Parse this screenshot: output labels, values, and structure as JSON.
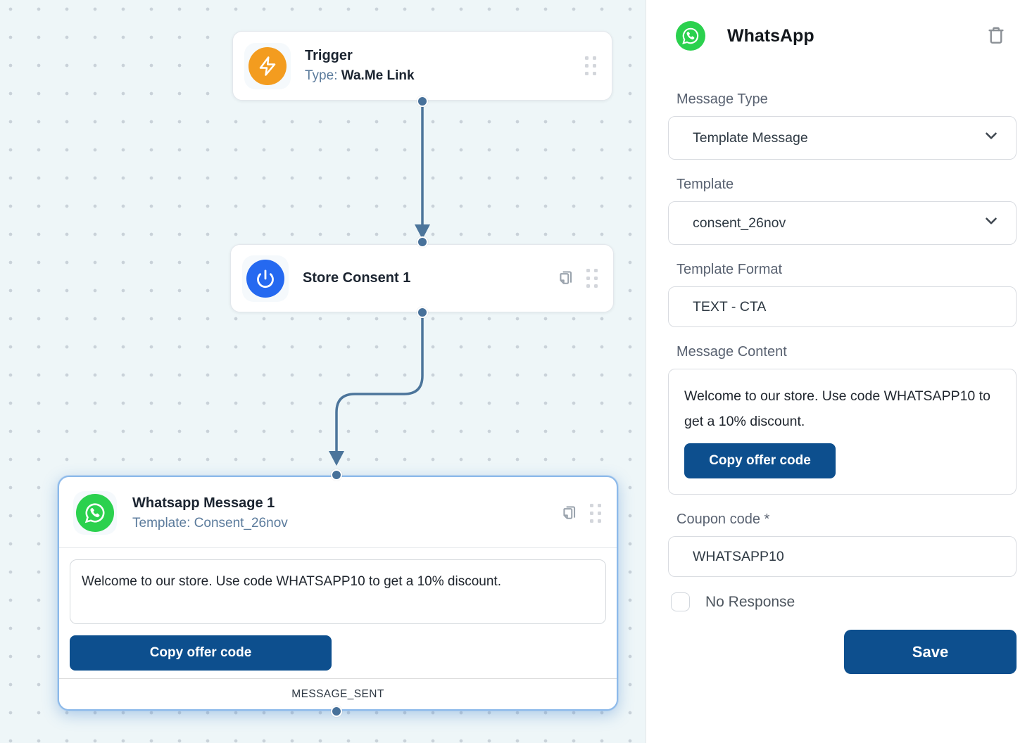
{
  "canvas": {
    "trigger": {
      "title": "Trigger",
      "subtitle_label": "Type:",
      "subtitle_value": "Wa.Me Link"
    },
    "store_consent": {
      "title": "Store Consent 1"
    },
    "whatsapp": {
      "title": "Whatsapp Message 1",
      "subtitle_label": "Template:",
      "subtitle_value": "Consent_26nov",
      "message_text": "Welcome to our store. Use code WHATSAPP10 to get a 10% discount.",
      "copy_button_label": "Copy offer code",
      "footer_label": "MESSAGE_SENT"
    }
  },
  "panel": {
    "title": "WhatsApp",
    "message_type": {
      "label": "Message Type",
      "value": "Template Message"
    },
    "template": {
      "label": "Template",
      "value": "consent_26nov"
    },
    "template_format": {
      "label": "Template Format",
      "value": "TEXT - CTA"
    },
    "message_content": {
      "label": "Message Content",
      "text": "Welcome to our store. Use code WHATSAPP10 to get a 10% discount.",
      "copy_button_label": "Copy offer code"
    },
    "coupon_code": {
      "label": "Coupon code *",
      "value": "WHATSAPP10"
    },
    "no_response_label": "No Response",
    "save_label": "Save"
  },
  "colors": {
    "accent_button": "#0d4f8e",
    "whatsapp_green": "#2bd14e",
    "trigger_orange": "#f39c1f",
    "consent_blue": "#2569f0",
    "connector": "#4c759b",
    "canvas_bg": "#eef6f8",
    "selected_node_border": "#8cb9ea"
  }
}
